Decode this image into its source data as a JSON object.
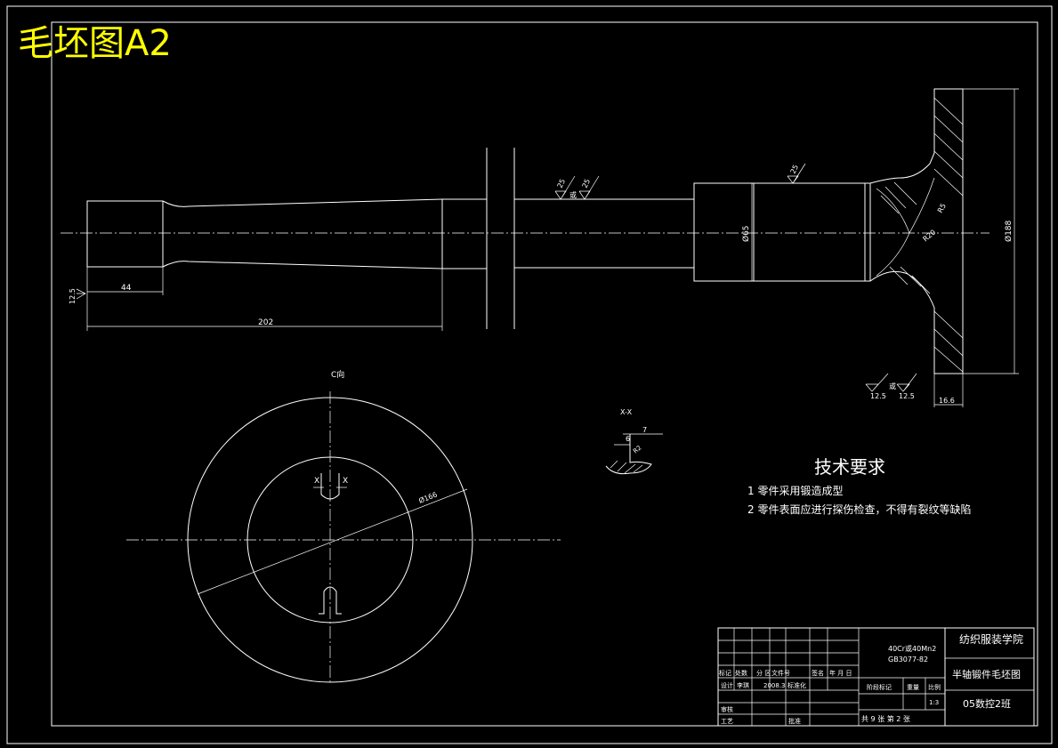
{
  "sheet_title": "毛坯图A2",
  "colors": {
    "background": "#000000",
    "lines": "#ffffff",
    "title": "#ffff00"
  },
  "dimensions": {
    "d_44": "44",
    "d_202": "202",
    "rough_12_5_left": "12.5",
    "rough_25_a": "25",
    "rough_or_a": "或",
    "rough_25_b": "25",
    "rough_25_top": "25",
    "dia_65": "Ø65",
    "dia_188": "Ø188",
    "r20": "R20",
    "r5": "R5",
    "rough_12_5_b1": "12.5",
    "rough_or_b": "或",
    "rough_12_5_b2": "12.5",
    "d_16_6": "16.6",
    "dia_166": "Ø166",
    "x_left": "X",
    "x_right": "X",
    "sec_6": "6",
    "sec_7": "7",
    "sec_r2": "R2"
  },
  "views": {
    "c_view": "C向",
    "section_xx": "X-X"
  },
  "tech_requirements": {
    "title": "技术要求",
    "items": [
      "1 零件采用锻造成型",
      "2 零件表面应进行探伤检查，不得有裂纹等缺陷"
    ]
  },
  "title_block": {
    "material": "40Cr或40Mn2",
    "standard": "GB3077-82",
    "school": "纺织服装学院",
    "drawing_name": "半轴锻件毛坯图",
    "class_name": "05数控2班",
    "row_labels": [
      "标记",
      "处数",
      "分 区",
      "文件号",
      "签名",
      "年 月 日"
    ],
    "design_label": "设计",
    "student": "李琪",
    "date": "2008.3",
    "std_label": "标准化",
    "review": "审核",
    "process": "工艺",
    "approve": "批准",
    "stage": "阶段标记",
    "weight": "重量",
    "scale": "比例",
    "scale_value": "1:3",
    "sheets": "共 9 张 第 2 张"
  }
}
